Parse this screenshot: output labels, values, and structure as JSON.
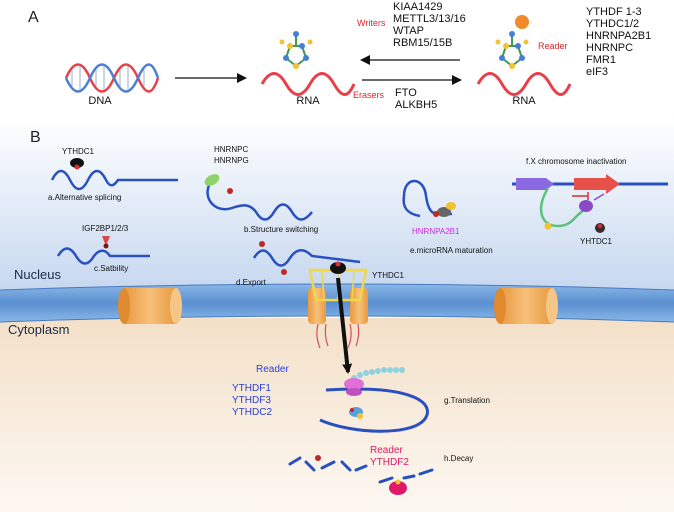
{
  "panel_a": {
    "label": "A",
    "dna_label": "DNA",
    "rna_left_label": "RNA",
    "rna_right_label": "RNA",
    "writers_label": "Writers",
    "writers": [
      "KIAA1429",
      "METTL3/13/16",
      "WTAP",
      "RBM15/15B"
    ],
    "erasers_label": "Erasers",
    "erasers": [
      "FTO",
      "ALKBH5"
    ],
    "reader_label": "Reader",
    "readers": [
      "YTHDF 1-3",
      "YTHDC1/2",
      "HNRNPA2B1",
      "HNRNPC",
      "FMR1",
      "eIF3"
    ]
  },
  "panel_b": {
    "label": "B",
    "nucleus_label": "Nucleus",
    "cytoplasm_label": "Cytoplasm",
    "splicing_protein": "YTHDC1",
    "splicing_caption": "a.Alternative splicing",
    "structure_proteins": [
      "HNRNPC",
      "HNRNPG"
    ],
    "structure_caption": "b.Structure switching",
    "stability_protein": "IGF2BP1/2/3",
    "stability_caption": "c.Satbility",
    "export_caption": "d.Export",
    "export_protein": "YTHDC1",
    "mirna_protein": "HNRNPA2B1",
    "mirna_caption": "e.microRNA maturation",
    "xinact_caption": "f.X chromosome inactivation",
    "xinact_protein": "YHTDC1",
    "translation_reader_label": "Reader",
    "translation_readers": [
      "YTHDF1",
      "YTHDF3",
      "YTHDC2"
    ],
    "translation_caption": "g.Translation",
    "decay_reader_label": "Reader",
    "decay_reader": "YTHDF2",
    "decay_caption": "h.Decay"
  },
  "colors": {
    "rna_red": "#e8404a",
    "rna_blue": "#2a4fbf",
    "dna_blue": "#4a7fd4",
    "writers_red": "#e0262b",
    "reader_blue": "#2a3fd4",
    "reader_pink": "#e0186a",
    "mirna_magenta": "#c830d8",
    "membrane": "#6a9fd6",
    "pore": "#eaa24a"
  }
}
